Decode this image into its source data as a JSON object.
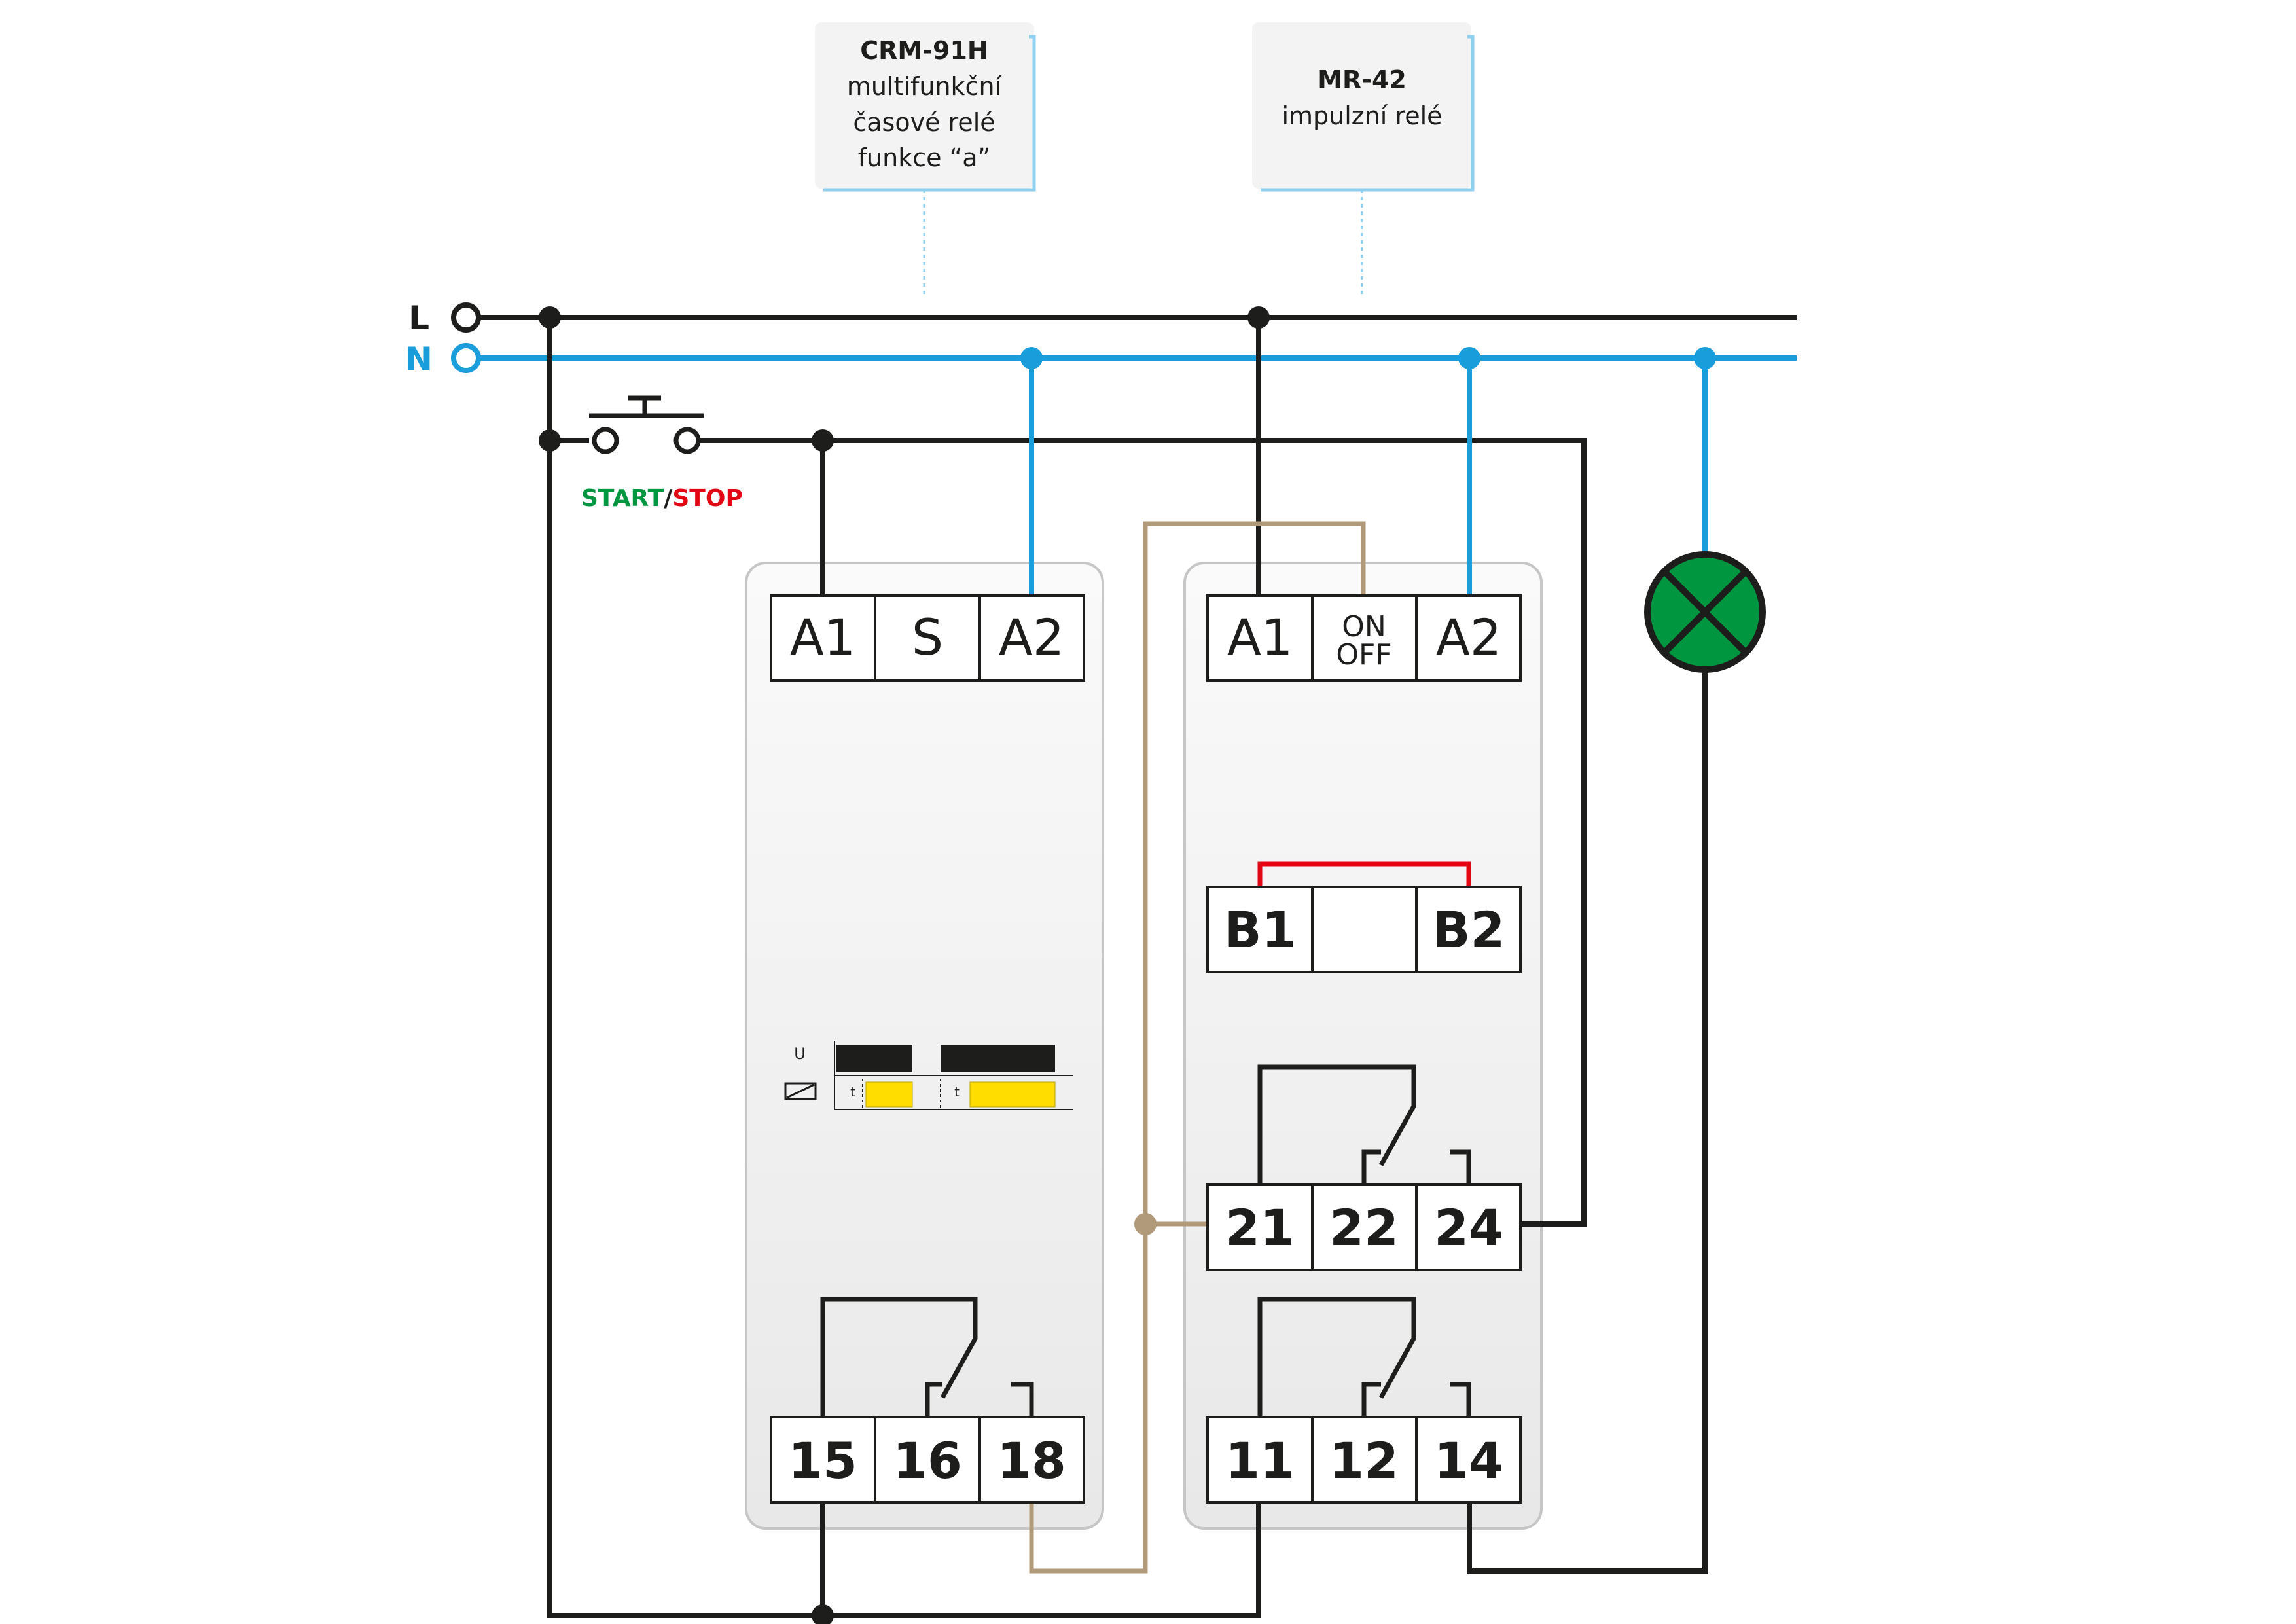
{
  "colors": {
    "live": "#1d1d1b",
    "neutral": "#1a9ddb",
    "link": "#b09a7a",
    "bridge": "#e30613",
    "lamp": "#009640",
    "start": "#009640",
    "stop": "#e30613",
    "device_fill": "#efefef",
    "device_border": "#c6c6c6",
    "callout_fill": "#f3f3f3",
    "callout_border": "#8fd0f0",
    "timing_on": "#1d1d1b",
    "timing_t": "#ffdd00"
  },
  "mains": {
    "live_label": "L",
    "neutral_label": "N"
  },
  "switch": {
    "label_start": "START",
    "label_sep": "/",
    "label_stop": "STOP"
  },
  "callouts": {
    "crm": {
      "title": "CRM-91H",
      "line1": "multifunkční",
      "line2": "časové relé",
      "line3": "funkce “a”"
    },
    "mr": {
      "title": "MR-42",
      "line1": "impulzní relé"
    }
  },
  "crm_device": {
    "top_terminals": [
      "A1",
      "S",
      "A2"
    ],
    "bottom_terminals": [
      "15",
      "16",
      "18"
    ],
    "timing": {
      "u_label": "U",
      "t_label": "t"
    }
  },
  "mr_device": {
    "top_terminals": [
      "A1",
      "ON",
      "OFF",
      "A2"
    ],
    "bridge_terminals": [
      "B1",
      "",
      "B2"
    ],
    "contact1_terminals": [
      "21",
      "22",
      "24"
    ],
    "contact2_terminals": [
      "11",
      "12",
      "14"
    ]
  },
  "lamp": {
    "icon": "lamp-icon"
  }
}
